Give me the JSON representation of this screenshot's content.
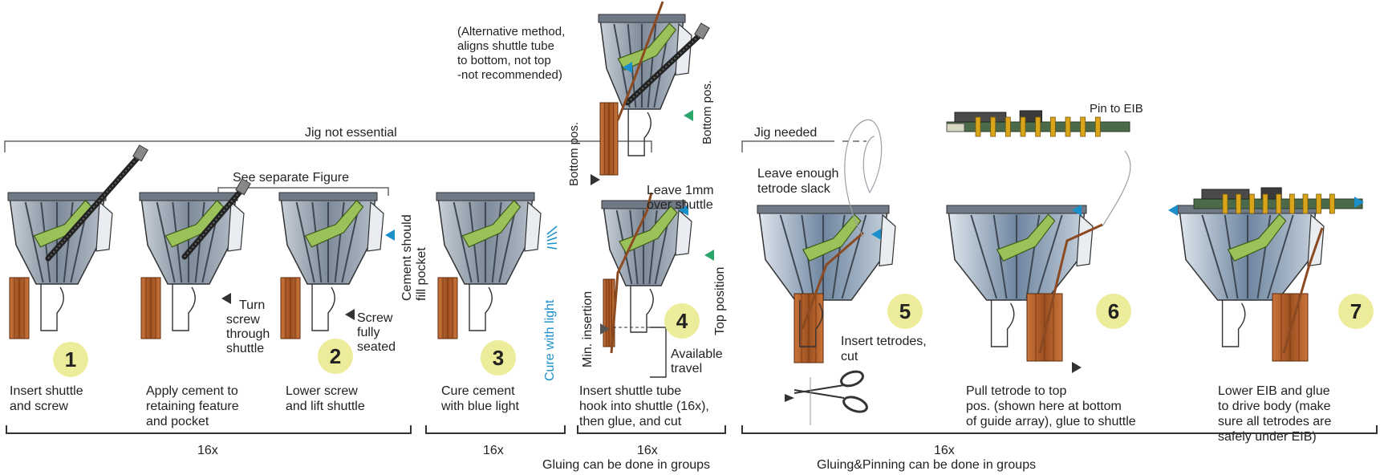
{
  "header": {
    "jig_not_essential": "Jig not essential",
    "see_separate_figure": "See separate Figure",
    "jig_needed": "Jig needed",
    "alt_method": [
      "(Alternative method,",
      "aligns shuttle tube",
      "to bottom, not top",
      "-not recommended)"
    ],
    "bottom_pos_left": "Bottom pos.",
    "bottom_pos_right": "Bottom pos.",
    "pin_to_eib": "Pin to EIB"
  },
  "steps": [
    {
      "number": "1",
      "caption": [
        "Insert shuttle",
        "and screw"
      ]
    },
    {
      "number": "2",
      "caption": [
        "Lower screw",
        "and lift shuttle"
      ]
    },
    {
      "number": "3",
      "caption": [
        "Cure cement",
        "with blue light"
      ]
    },
    {
      "number": "4",
      "caption": [
        "Insert shuttle tube",
        "hook into shuttle (16x),",
        "then glue, and cut"
      ]
    },
    {
      "number": "5",
      "caption": []
    },
    {
      "number": "6",
      "caption": [
        "Pull tetrode to top",
        "pos. (shown here at bottom",
        "of guide array), glue to shuttle"
      ]
    },
    {
      "number": "7",
      "caption": [
        "Lower EIB and glue",
        "to drive body (make",
        "sure all tetrodes are",
        "safely under EIB)"
      ]
    }
  ],
  "cement_caption": [
    "Apply cement to",
    "retaining feature",
    "and pocket"
  ],
  "annotations": {
    "turn_screw": [
      "Turn",
      "screw",
      "through",
      "shuttle"
    ],
    "screw_seated": [
      "Screw",
      "fully",
      "seated"
    ],
    "cement_fill": [
      "Cement should",
      "fill pocket"
    ],
    "cure_with_light": "Cure with light",
    "leave_1mm": [
      "Leave 1mm",
      "over shuttle"
    ],
    "min_insertion": "Min. insertion",
    "top_position": "Top position",
    "available_travel": [
      "Available",
      "travel"
    ],
    "leave_slack": [
      "Leave enough",
      "tetrode slack"
    ],
    "insert_tetrodes": [
      "Insert tetrodes,",
      "cut"
    ]
  },
  "footer": {
    "group1_count": "16x",
    "group2_count": "16x",
    "group3_count": "16x",
    "group3_note": "Gluing can be done in groups",
    "group4_count": "16x",
    "group4_note": "Gluing&Pinning can be done in groups"
  },
  "colors": {
    "shuttle_green": "#9bc15a",
    "tube_copper": "#b8652e",
    "body_gray": "#8a97a6",
    "marker_blue": "#1a8fc9",
    "marker_green": "#2aa66a",
    "badge_yellow": "#ecec9a"
  }
}
